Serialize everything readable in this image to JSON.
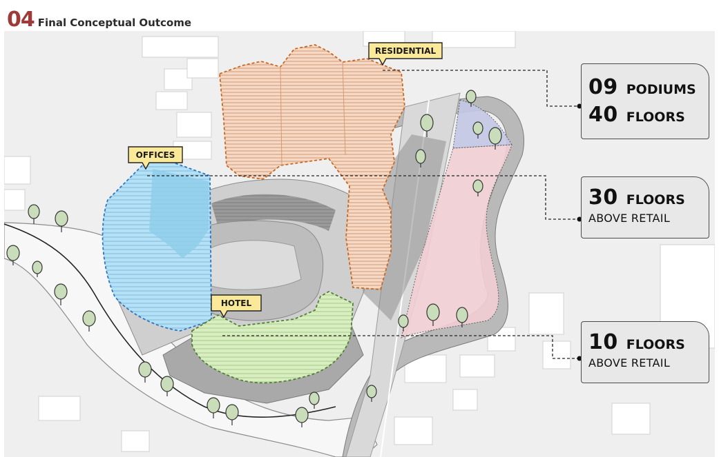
{
  "header": {
    "number": "04",
    "title": "Final Conceptual Outcome"
  },
  "colors": {
    "accent": "#9e3a37",
    "residential_fill": "#f7d8c4",
    "residential_outline": "#c8661f",
    "offices_fill": "#a9dcf4",
    "offices_outline": "#2a76c6",
    "hotel_fill": "#d4ebb8",
    "hotel_outline": "#4f7f33",
    "label_fill": "#fbe99a",
    "box_fill": "#e8e8e8"
  },
  "callouts": {
    "residential": "RESIDENTIAL",
    "offices": "OFFICES",
    "hotel": "HOTEL"
  },
  "boxes": {
    "residential": {
      "line1_number": "09",
      "line1_unit": "PODIUMS",
      "line2_number": "40",
      "line2_unit": "FLOORS"
    },
    "offices": {
      "number": "30",
      "unit": "FLOORS",
      "sub": "ABOVE RETAIL"
    },
    "hotel": {
      "number": "10",
      "unit": "FLOORS",
      "sub": "ABOVE RETAIL"
    }
  }
}
